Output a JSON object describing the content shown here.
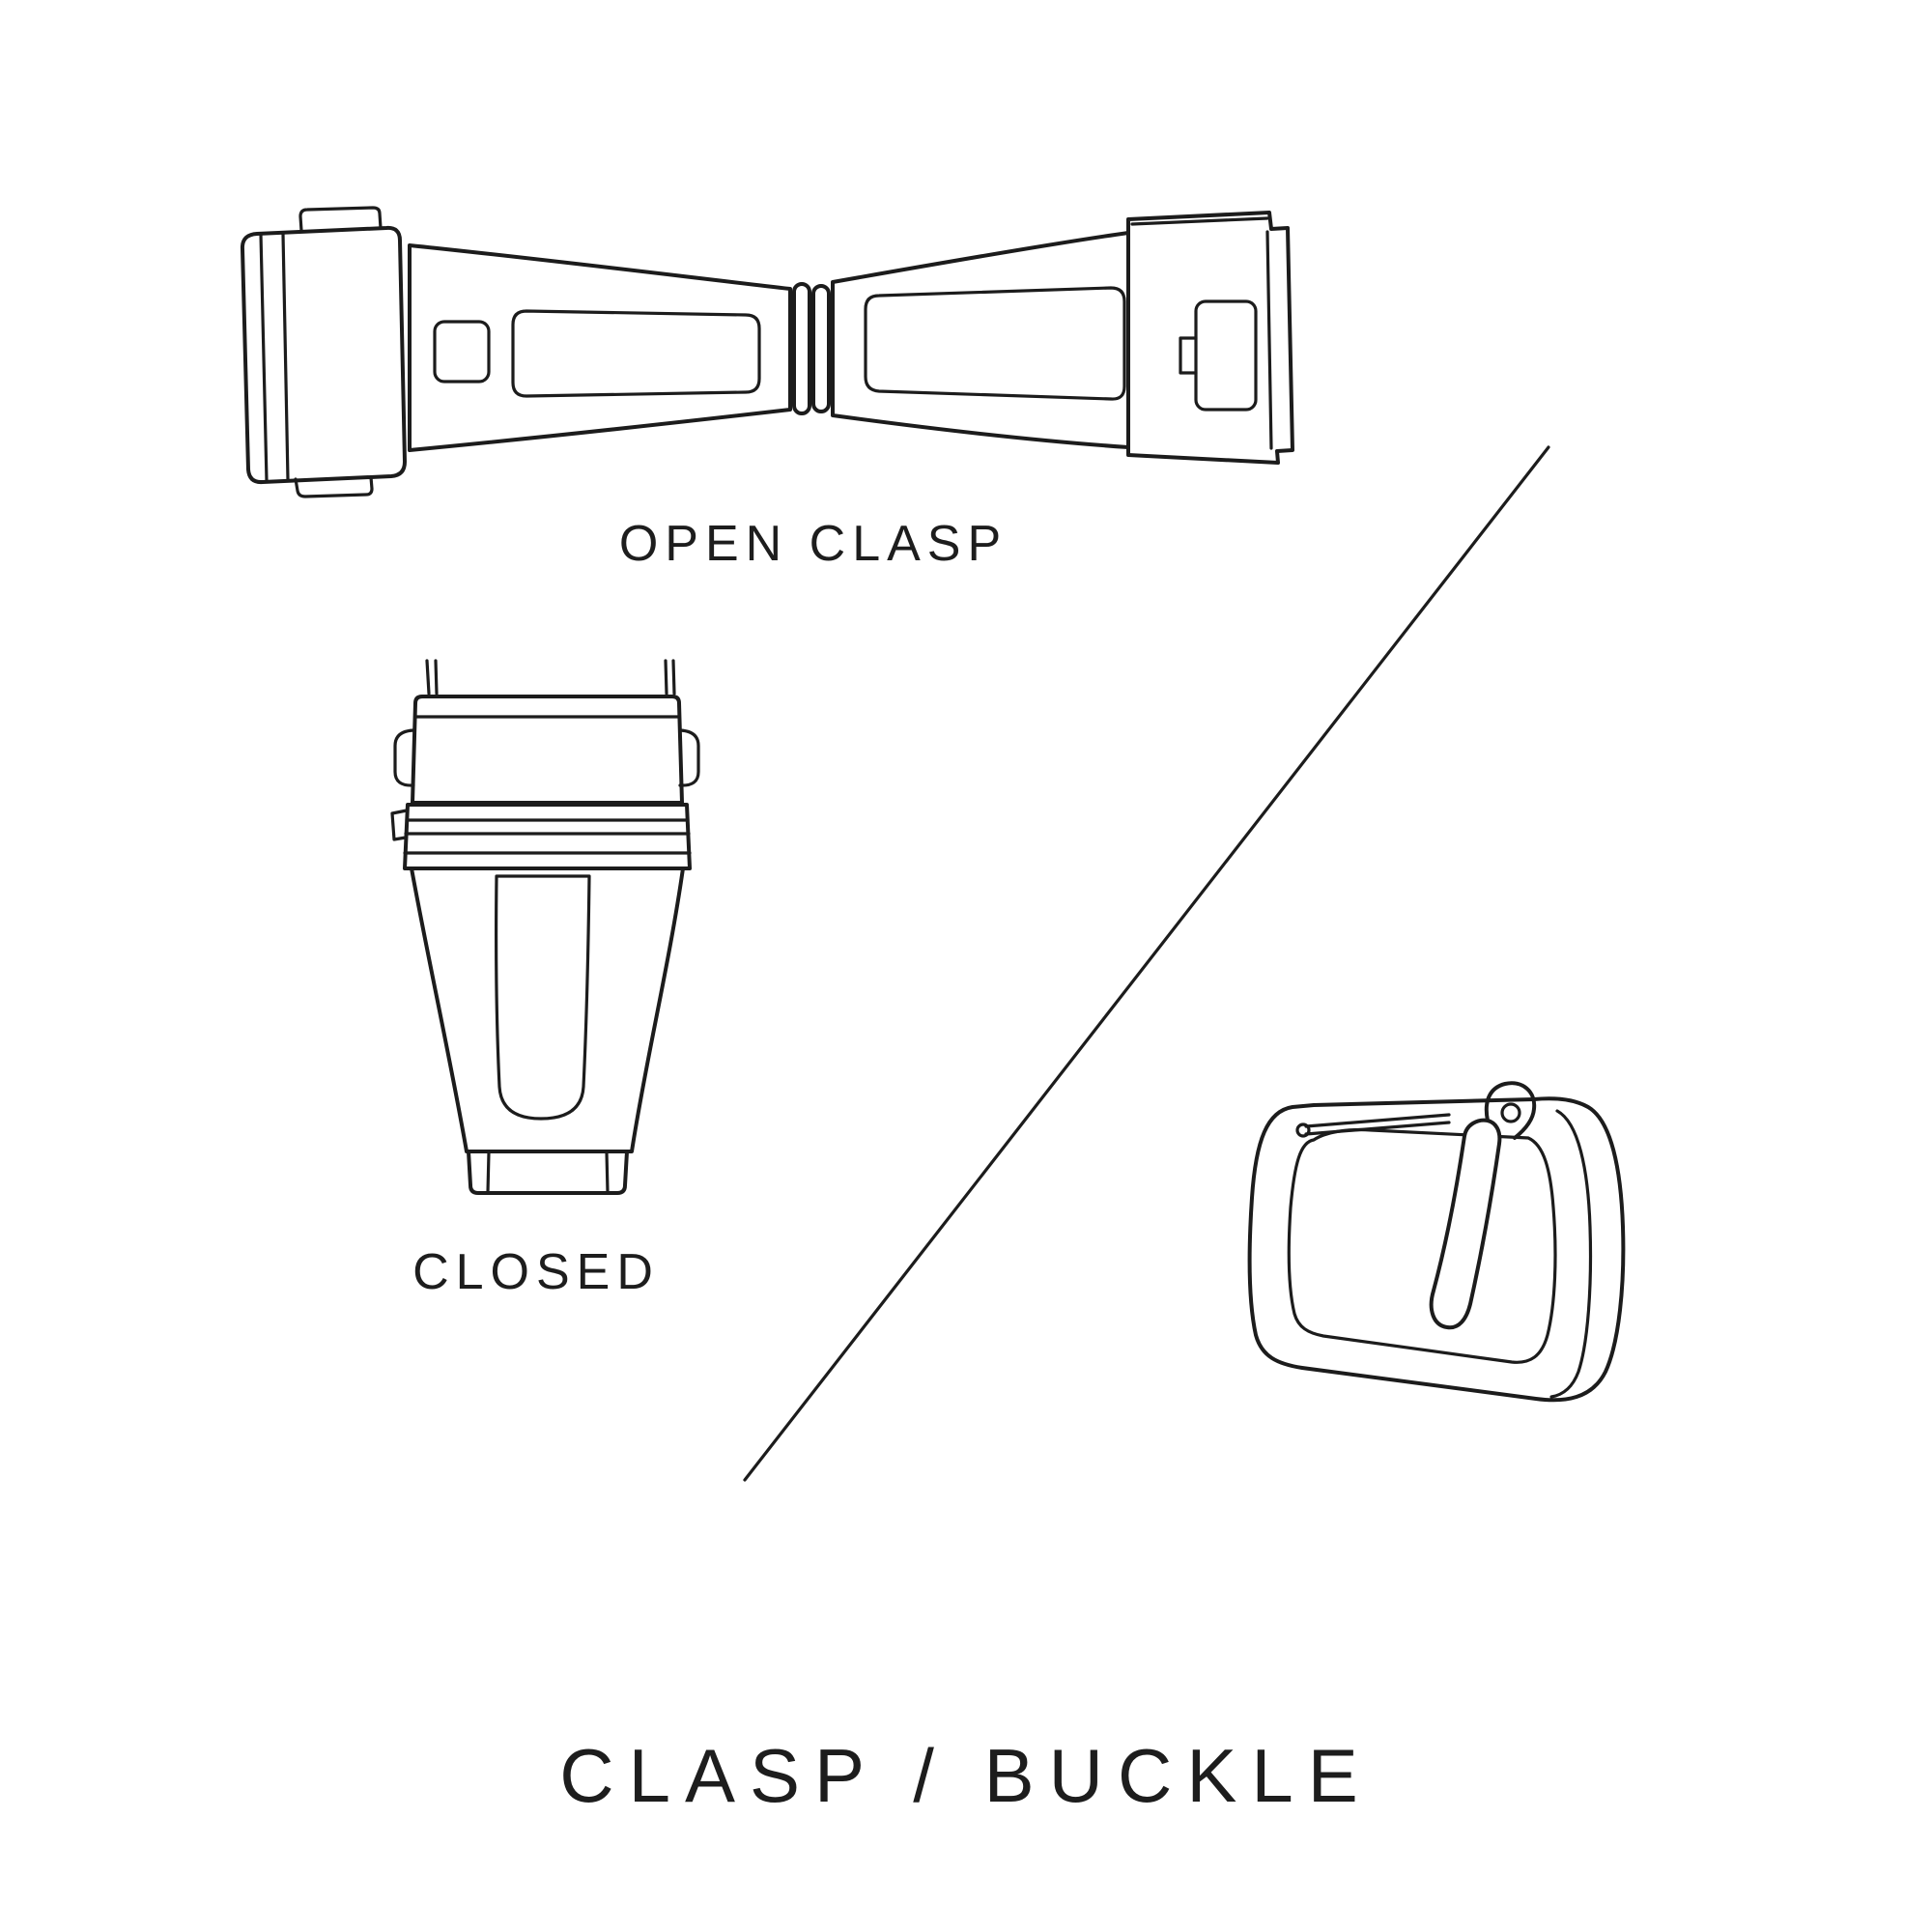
{
  "canvas": {
    "background": "#ffffff",
    "line_color": "#1c1c1c",
    "text_color": "#1d1d1d"
  },
  "labels": {
    "open_clasp": "OPEN CLASP",
    "closed": "CLOSED",
    "title": "CLASP / BUCKLE"
  },
  "illustrations": {
    "open_clasp": "open-deployant-clasp-line-drawing",
    "closed_clasp": "closed-deployant-clasp-line-drawing",
    "buckle": "tang-buckle-line-drawing",
    "divider": "diagonal-divider-line"
  }
}
